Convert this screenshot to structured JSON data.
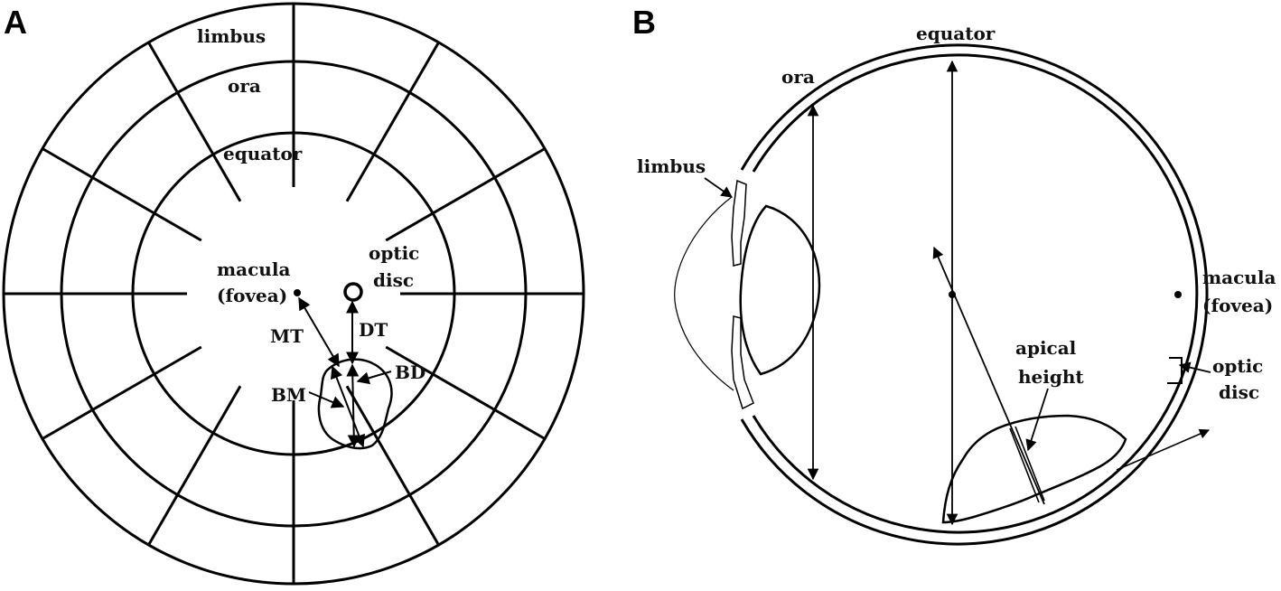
{
  "panels": {
    "a": {
      "label": "A",
      "rings": [
        "limbus",
        "ora",
        "equator"
      ],
      "macula": "macula",
      "fovea": "(fovea)",
      "optic_1": "optic",
      "optic_2": "disc",
      "measures": {
        "mt": "MT",
        "dt": "DT",
        "bm": "BM",
        "bd": "BD"
      }
    },
    "b": {
      "label": "B",
      "equator": "equator",
      "ora": "ora",
      "limbus": "limbus",
      "macula": "macula",
      "fovea": "(fovea)",
      "optic_1": "optic",
      "optic_2": "disc",
      "apical_1": "apical",
      "apical_2": "height"
    }
  },
  "colors": {
    "line": "#000000",
    "background": "#ffffff"
  }
}
